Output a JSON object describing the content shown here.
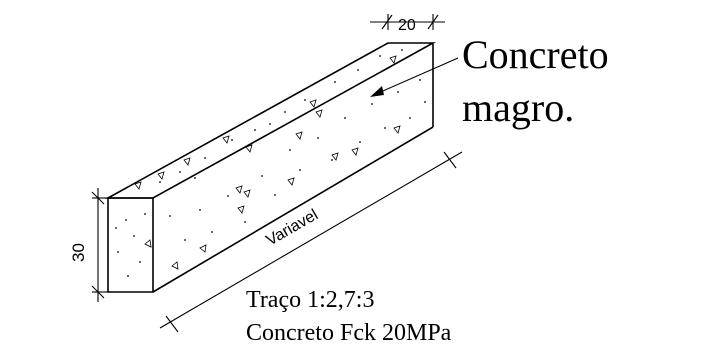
{
  "diagram": {
    "callout_line1": "Concreto",
    "callout_line2": "magro.",
    "dim_width": "20",
    "dim_height": "30",
    "dim_length": "Variavel",
    "note_line1": "Traço 1:2,7:3",
    "note_line2": "Concreto Fck 20MPa"
  }
}
